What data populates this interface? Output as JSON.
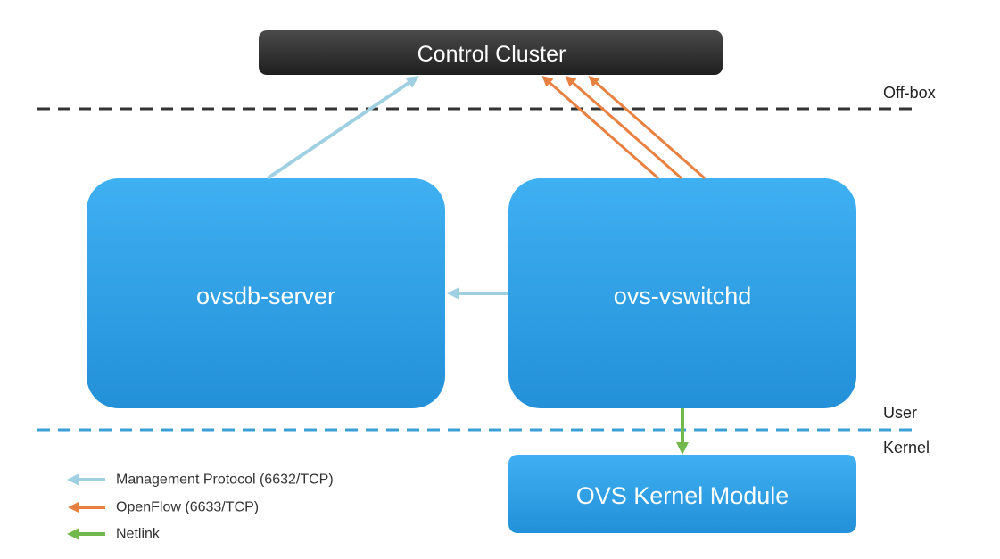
{
  "nodes": {
    "control_cluster": "Control Cluster",
    "ovsdb_server": "ovsdb-server",
    "ovs_vswitchd": "ovs-vswitchd",
    "kernel_module": "OVS Kernel Module"
  },
  "layers": {
    "off_box": "Off-box",
    "user": "User",
    "kernel": "Kernel"
  },
  "legend": {
    "management": "Management Protocol (6632/TCP)",
    "openflow": "OpenFlow (6633/TCP)",
    "netlink": "Netlink"
  },
  "colors": {
    "management": "#9fd0e2",
    "openflow": "#e8803f",
    "netlink": "#72b84d",
    "node_blue": "#2f9fe3",
    "cluster_dark": "#2f2f2f",
    "off_box_line": "#333333",
    "user_kernel_line": "#3a9fd6"
  }
}
